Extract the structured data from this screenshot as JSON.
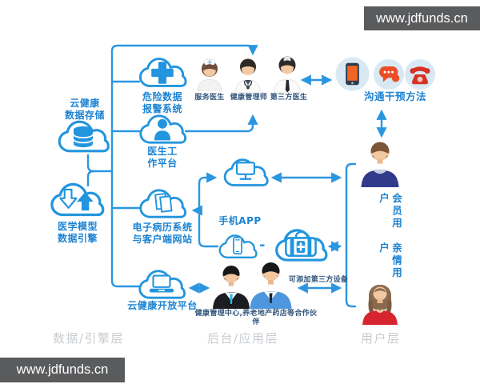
{
  "watermarks": {
    "top_right": "www.jdfunds.cn",
    "bottom_left": "www.jdfunds.cn"
  },
  "colors": {
    "primary_blue": "#2b96e0",
    "label_blue": "#1c83d2",
    "annotation_navy": "#33567d",
    "layer_gray": "#c8ccd0",
    "watermark_bg": "#5a5b5d",
    "alert_orange": "#e94e26",
    "alert_red": "#d63226",
    "member_navy": "#323a8c",
    "family_red": "#d6252e"
  },
  "nodes": {
    "storage": {
      "line1": "云健康",
      "line2": "数据存储"
    },
    "engine": {
      "line1": "医学模型",
      "line2": "数据引擎"
    },
    "alarm": {
      "line1": "危险数据",
      "line2": "报警系统"
    },
    "doctor_platform": {
      "line1": "医生工",
      "line2": "作平台"
    },
    "emr": {
      "line1": "电子病历系统",
      "line2": "与客户端网站"
    },
    "open_platform": {
      "label": "云健康开放平台"
    },
    "mobile_app": {
      "label": "手机APP"
    },
    "separator": "-"
  },
  "staff": {
    "service_doctor": "服务医生",
    "health_manager": "健康管理师",
    "third_party_doctor": "第三方医生"
  },
  "communication": {
    "label": "沟通干预方法"
  },
  "users": {
    "member": "会员用户",
    "family": "亲情用户"
  },
  "annotations": {
    "third_party_device": "可添加第三方设备",
    "partners": "健康管理中心,养老地产药店等合作伙伴"
  },
  "layers": {
    "data_engine": "数据/引擎层",
    "backend_app": "后台/应用层",
    "user": "用户层"
  }
}
